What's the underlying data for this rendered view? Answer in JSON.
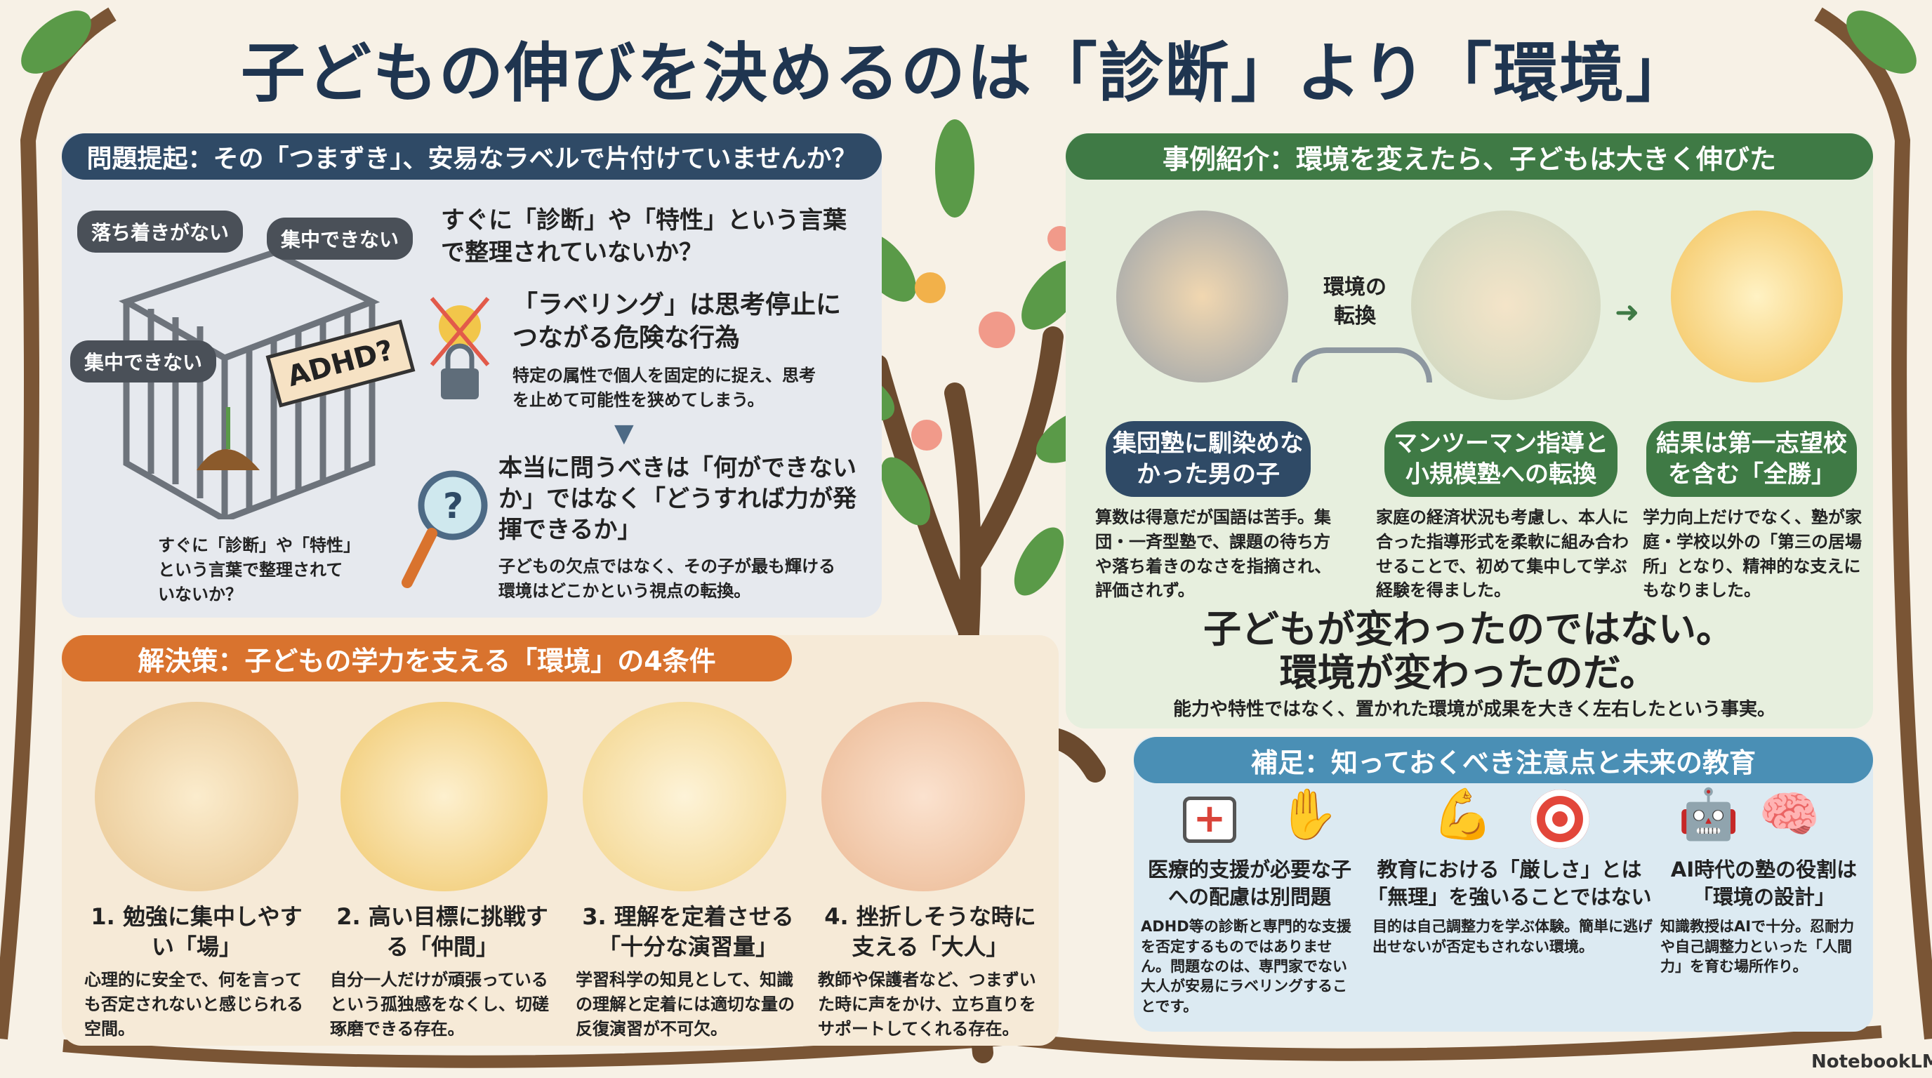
{
  "title": "子どもの伸びを決めるのは「診断」より「環境」",
  "problem": {
    "header": "問題提起：その「つまずき」、安易なラベルで片付けていませんか？",
    "bubbles": [
      "落ち着きがない",
      "集中できない",
      "集中できない"
    ],
    "sign": "ADHD?",
    "cage_caption": "すぐに「診断」や「特性」という言葉で整理されていないか？",
    "question": "すぐに「診断」や「特性」という言葉で整理されていないか？",
    "labeling_title": "「ラベリング」は思考停止につながる危険な行為",
    "labeling_body": "特定の属性で個人を固定的に捉え、思考を止めて可能性を狭めてしまう。",
    "ask_title": "本当に問うべきは「何ができないか」ではなく「どうすれば力が発揮できるか」",
    "ask_body": "子どもの欠点ではなく、その子が最も輝ける環境はどこかという視点の転換。"
  },
  "case": {
    "header": "事例紹介：環境を変えたら、子どもは大きく伸びた",
    "bridge_label": "環境の転換",
    "steps": [
      {
        "title": "集団塾に馴染めなかった男の子",
        "body": "算数は得意だが国語は苦手。集団・一斉型塾で、課題の待ち方や落ち着きのなさを指摘され、評価されず。"
      },
      {
        "title": "マンツーマン指導と小規模塾への転換",
        "body": "家庭の経済状況も考慮し、本人に合った指導形式を柔軟に組み合わせることで、初めて集中して学ぶ経験を得ました。"
      },
      {
        "title": "結果は第一志望校を含む「全勝」",
        "body": "学力向上だけでなく、塾が家庭・学校以外の「第三の居場所」となり、精神的な支えにもなりました。"
      }
    ],
    "conclusion": "子どもが変わったのではない。環境が変わったのだ。",
    "conclusion_sub": "能力や特性ではなく、置かれた環境が成果を大きく左右したという事実。"
  },
  "solution": {
    "header": "解決策：子どもの学力を支える「環境」の4条件",
    "items": [
      {
        "title": "1. 勉強に集中しやすい「場」",
        "body": "心理的に安全で、何を言っても否定されないと感じられる空間。"
      },
      {
        "title": "2. 高い目標に挑戦する「仲間」",
        "body": "自分一人だけが頑張っているという孤独感をなくし、切磋琢磨できる存在。"
      },
      {
        "title": "3. 理解を定着させる「十分な演習量」",
        "body": "学習科学の知見として、知識の理解と定着には適切な量の反復演習が不可欠。"
      },
      {
        "title": "4. 挫折しそうな時に支える「大人」",
        "body": "教師や保護者など、つまずいた時に声をかけ、立ち直りをサポートしてくれる存在。"
      }
    ]
  },
  "notes": {
    "header": "補足：知っておくべき注意点と未来の教育",
    "items": [
      {
        "title": "医療的支援が必要な子への配慮は別問題",
        "body": "ADHD等の診断と専門的な支援を否定するものではありません。問題なのは、専門家でない大人が安易にラベリングすることです。"
      },
      {
        "title": "教育における「厳しさ」とは「無理」を強いることではない",
        "body": "目的は自己調整力を学ぶ体験。簡単に逃げ出せないが否定もされない環境。"
      },
      {
        "title": "AI時代の塾の役割は「環境の設計」",
        "body": "知識教授はAIで十分。忍耐力や自己調整力といった「人間力」を育む場所作り。"
      }
    ]
  },
  "watermark": "NotebookLM",
  "colors": {
    "navy": "#2f4a66",
    "green": "#3f7a45",
    "orange": "#d9732e",
    "blue": "#4a8fb5",
    "trunk": "#6b4a2e"
  }
}
